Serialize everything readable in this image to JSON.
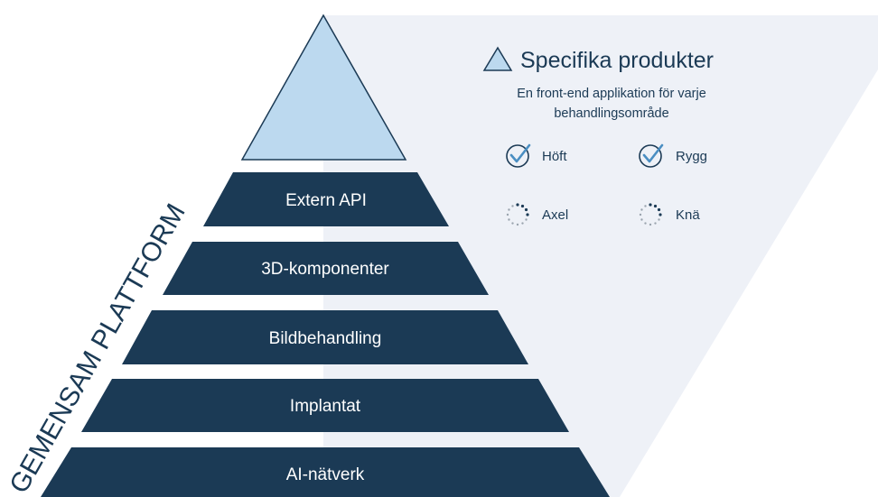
{
  "colors": {
    "panel_background": "#eef1f7",
    "tier_fill": "#1b3a55",
    "apex_fill": "#bcd9ef",
    "apex_stroke": "#1b3a55",
    "text_dark": "#1b3a55",
    "check_blue": "#4a8ec2"
  },
  "pyramid": {
    "apex_shape": "triangle",
    "tiers": [
      {
        "label": "Extern API"
      },
      {
        "label": "3D-komponenter"
      },
      {
        "label": "Bildbehandling"
      },
      {
        "label": "Implantat"
      },
      {
        "label": "AI-nätverk"
      }
    ]
  },
  "platform_label": "GEMENSAM PLATTFORM",
  "legend": {
    "icon": "triangle-outline-icon",
    "title": "Specifika produkter",
    "subtitle_line1": "En front-end applikation för varje",
    "subtitle_line2": "behandlingsområde"
  },
  "products": [
    {
      "label": "Höft",
      "status": "done",
      "icon": "check-circle-icon"
    },
    {
      "label": "Rygg",
      "status": "done",
      "icon": "check-circle-icon"
    },
    {
      "label": "Axel",
      "status": "in-progress",
      "icon": "loading-dots-icon"
    },
    {
      "label": "Knä",
      "status": "in-progress",
      "icon": "loading-dots-icon"
    }
  ]
}
